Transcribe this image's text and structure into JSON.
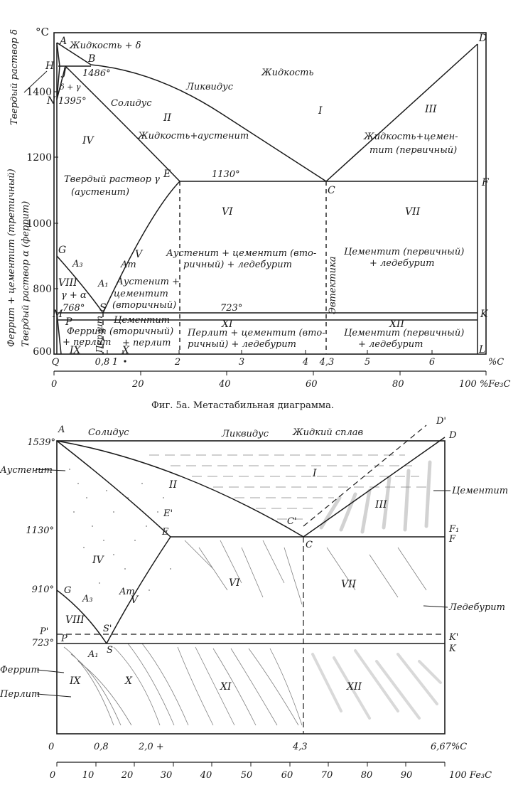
{
  "top": {
    "t_unit": "°C",
    "t_ticks": [
      "1400",
      "1200",
      "1000",
      "800",
      "600"
    ],
    "c_ticks": [
      "0,8",
      "1",
      "2",
      "3",
      "4",
      "4,3",
      "5",
      "6",
      "%C"
    ],
    "fe3c_ticks": [
      "0",
      "20",
      "40",
      "60",
      "80",
      "100 %Fe₃C"
    ],
    "points": {
      "A": "A",
      "B": "B",
      "H": "H",
      "J": "J",
      "N": "N",
      "D": "D",
      "E": "E",
      "C": "C",
      "F": "F",
      "G": "G",
      "P": "P",
      "M": "M",
      "S": "S",
      "K": "K",
      "L": "L",
      "Q": "Q"
    },
    "temps": {
      "t1486": "1486°",
      "t1395": "1395°",
      "t1130": "1130°",
      "t768": "768°",
      "t723": "723°"
    },
    "zones": [
      "I",
      "II",
      "III",
      "IV",
      "V",
      "VI",
      "VII",
      "VIII",
      "IX",
      "X",
      "XI",
      "XII"
    ],
    "labels": {
      "liquid_delta": "Жидкость + δ",
      "liquid": "Жидкость",
      "delta_gamma": "δ + γ",
      "solidus": "Солидус",
      "liquidus": "Ликвидус",
      "liq_aust": "Жидкость+аустенит",
      "liq_cem1": "Жидкость+цемен-",
      "liq_cem2": "тит (первичный)",
      "solid_gamma1": "Твердый раствор γ",
      "solid_gamma2": "(аустенит)",
      "a3": "A₃",
      "am": "Am",
      "a1": "A₁",
      "gamma_alpha": "γ + α",
      "aust_cem1": "Аустенит +",
      "aust_cem2": "цементит",
      "aust_cem3": "(вторичный)",
      "aust_led1": "Аустенит + цементит (вто-",
      "aust_led2": "ричный) + ледебурит",
      "cem_led1": "Цементит (первичный)",
      "cem_led2": "+ ледебурит",
      "eutectic": "Эвтектика",
      "ferrite_perlite1": "Феррит",
      "ferrite_perlite2": "+ перлит",
      "perlite": "Перлит",
      "cem_perl1": "Цементит",
      "cem_perl2": "(вторичный)",
      "cem_perl3": "+ перлит",
      "perl_led1": "Перлит + цементит (вто-",
      "perl_led2": "ричный) + ледебурит",
      "cem_led_low1": "Цементит (первичный)",
      "cem_led_low2": "+ ледебурит",
      "side_delta": "Твердый раствор δ",
      "side_ferrite_cem": "Феррит + цементит (третичный)",
      "side_alpha": "Твердый раствор α (феррит)"
    },
    "caption": "Фиг. 5а. Метастабильная диаграмма."
  },
  "bottom": {
    "temps": [
      "1539°",
      "1130°",
      "910°",
      "723°"
    ],
    "points": {
      "A": "A",
      "D": "D",
      "Dp": "D'",
      "E": "E",
      "Ep": "E'",
      "C": "C",
      "Cp": "C'",
      "F": "F",
      "F1": "F₁",
      "G": "G",
      "Pp": "P'",
      "P": "P",
      "S": "S",
      "Sp": "S'",
      "Kp": "K'",
      "K": "K"
    },
    "zones": [
      "I",
      "II",
      "III",
      "IV",
      "V",
      "VI",
      "VII",
      "VIII",
      "IX",
      "X",
      "XI",
      "XII"
    ],
    "labels": {
      "solidus": "Солидус",
      "liquidus": "Ликвидус",
      "liquid_alloy": "Жидкий сплав",
      "austenite": "Аустенит",
      "cementite": "Цементит",
      "ledeburite": "Ледебурит",
      "ferrite": "Феррит",
      "perlite": "Перлит",
      "a3": "A₃",
      "am": "Am",
      "a1": "A₁"
    },
    "c_ticks": [
      "0",
      "0,8",
      "2,0 +",
      "4,3",
      "6,67%C"
    ],
    "fe3c_ticks": [
      "0",
      "10",
      "20",
      "30",
      "40",
      "50",
      "60",
      "70",
      "80",
      "90",
      "100 Fe₃C"
    ]
  }
}
